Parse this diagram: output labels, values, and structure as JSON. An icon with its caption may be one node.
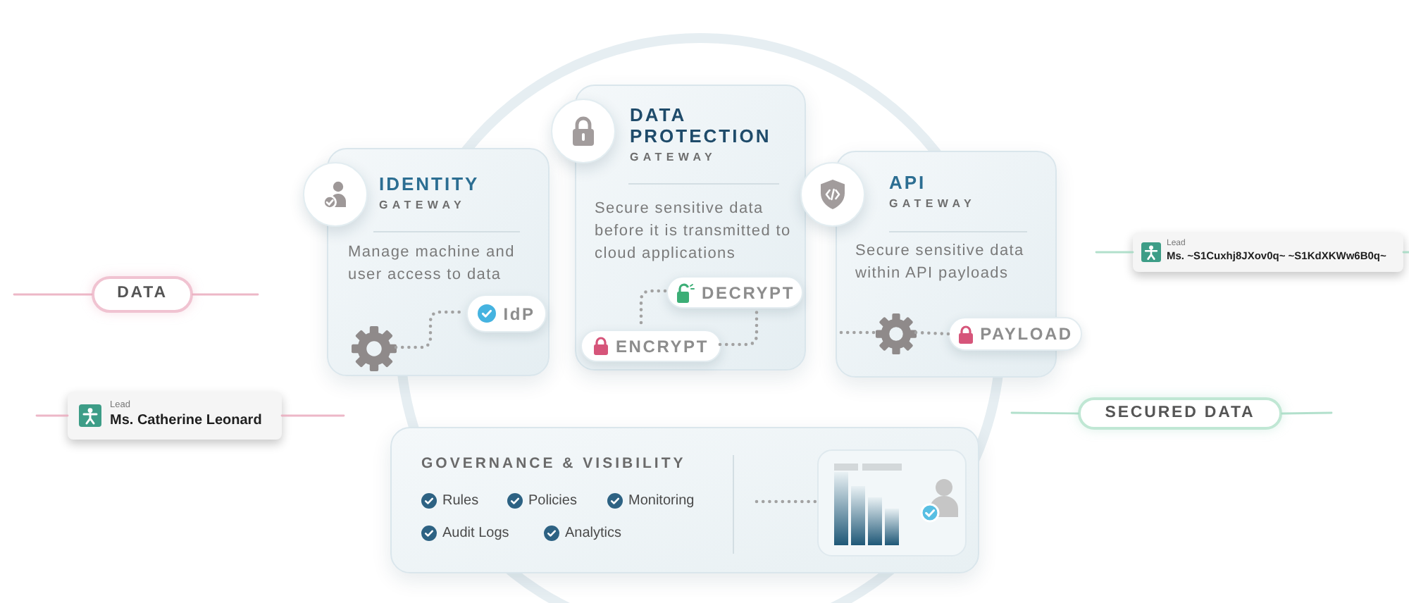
{
  "diagram": {
    "nodes": [
      {
        "text": [
          "DATA"
        ]
      },
      {
        "text": [
          "Lead",
          "Ms. Catherine Leonard"
        ]
      },
      {
        "text": [
          "IDENTITY",
          "GATEWAY",
          "Manage machine and user access to data"
        ]
      },
      {
        "text": [
          "IdP"
        ],
        "in": 2
      },
      {
        "text": [],
        "shape": "gear",
        "in": 2
      },
      {
        "text": [
          "DATA PROTECTION",
          "GATEWAY",
          "Secure sensitive data before it is transmitted to cloud applications"
        ]
      },
      {
        "text": [
          "DECRYPT"
        ],
        "in": 5
      },
      {
        "text": [
          "ENCRYPT"
        ],
        "in": 5
      },
      {
        "text": [
          "API",
          "GATEWAY",
          "Secure sensitive data within API payloads"
        ]
      },
      {
        "text": [],
        "shape": "gear",
        "in": 8
      },
      {
        "text": [
          "PAYLOAD"
        ]
      },
      {
        "text": [
          "Lead",
          "Ms. ~S1Cuxhj8JXov0q~ ~S1KdXKWw6B0q~"
        ]
      },
      {
        "text": [
          "SECURED DATA"
        ]
      },
      {
        "text": [
          "GOVERNANCE & VISIBILITY",
          "Rules",
          "Policies",
          "Monitoring",
          "Audit Logs",
          "Analytics"
        ]
      },
      {
        "text": [],
        "shape": "picture",
        "in": 13
      }
    ],
    "edges": [
      {
        "from": null,
        "to": 0,
        "arrow": "none",
        "color": "#e9a5b9"
      },
      {
        "from": 0,
        "to": null,
        "arrow": "none",
        "color": "#e9a5b9"
      },
      {
        "from": null,
        "to": 1,
        "arrow": "none",
        "color": "#e9a5b9"
      },
      {
        "from": 1,
        "to": null,
        "arrow": "none",
        "color": "#e9a5b9"
      },
      {
        "from": 4,
        "to": 3,
        "arrow": "none",
        "style": "dashed"
      },
      {
        "from": 6,
        "to": 7,
        "arrow": "none",
        "style": "dashed"
      },
      {
        "from": 7,
        "to": 6,
        "arrow": "none",
        "style": "dashed"
      },
      {
        "from": null,
        "to": 9,
        "arrow": "none",
        "style": "dashed"
      },
      {
        "from": 9,
        "to": 10,
        "arrow": "none",
        "style": "dashed"
      },
      {
        "from": null,
        "to": 11,
        "arrow": "none",
        "color": "#9fd8bf"
      },
      {
        "from": 11,
        "to": null,
        "arrow": "none",
        "color": "#9fd8bf"
      },
      {
        "from": null,
        "to": 12,
        "arrow": "none",
        "color": "#9fd8bf"
      },
      {
        "from": 12,
        "to": null,
        "arrow": "none",
        "color": "#9fd8bf"
      },
      {
        "from": null,
        "to": 14,
        "arrow": "none",
        "style": "dashed"
      }
    ]
  }
}
